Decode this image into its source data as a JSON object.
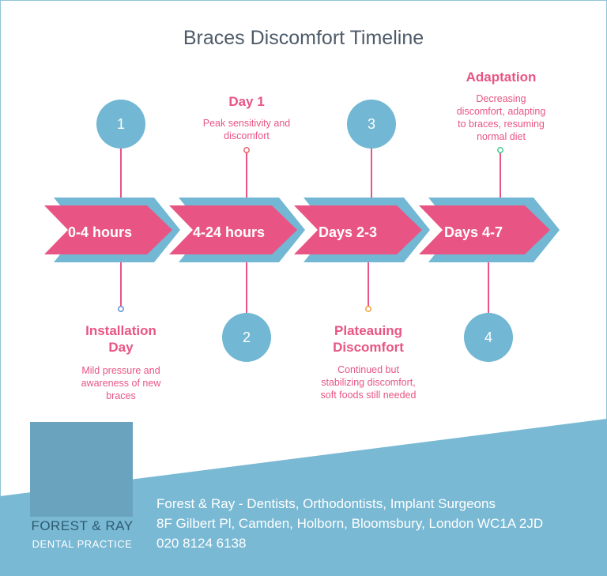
{
  "title": "Braces Discomfort Timeline",
  "stages": [
    {
      "number": "1",
      "label": "0-4 hours",
      "heading": "Installation Day",
      "description": "Mild pressure and awareness of new braces",
      "dot_color": "#5d8fd6"
    },
    {
      "number": "2",
      "label": "4-24 hours",
      "heading": "Day 1",
      "description": "Peak sensitivity and discomfort",
      "dot_color": "#e8606a"
    },
    {
      "number": "3",
      "label": "Days 2-3",
      "heading": "Plateauing Discomfort",
      "description": "Continued but stabilizing discomfort, soft foods still needed",
      "dot_color": "#f0a040"
    },
    {
      "number": "4",
      "label": "Days 4-7",
      "heading": "Adaptation",
      "description": "Decreasing discomfort, adapting to braces, resuming normal diet",
      "dot_color": "#3fcf8e"
    }
  ],
  "footer": {
    "brand_name": "FOREST & RAY",
    "brand_sub": "DENTAL PRACTICE",
    "line1": "Forest & Ray - Dentists, Orthodontists, Implant Surgeons",
    "line2": "8F Gilbert Pl, Camden, Holborn, Bloomsbury, London WC1A 2JD",
    "line3": "020 8124 6138"
  },
  "colors": {
    "pink": "#e85584",
    "blue": "#72b7d3",
    "footer_blue": "#79b9d4",
    "title_gray": "#4d5a68"
  }
}
